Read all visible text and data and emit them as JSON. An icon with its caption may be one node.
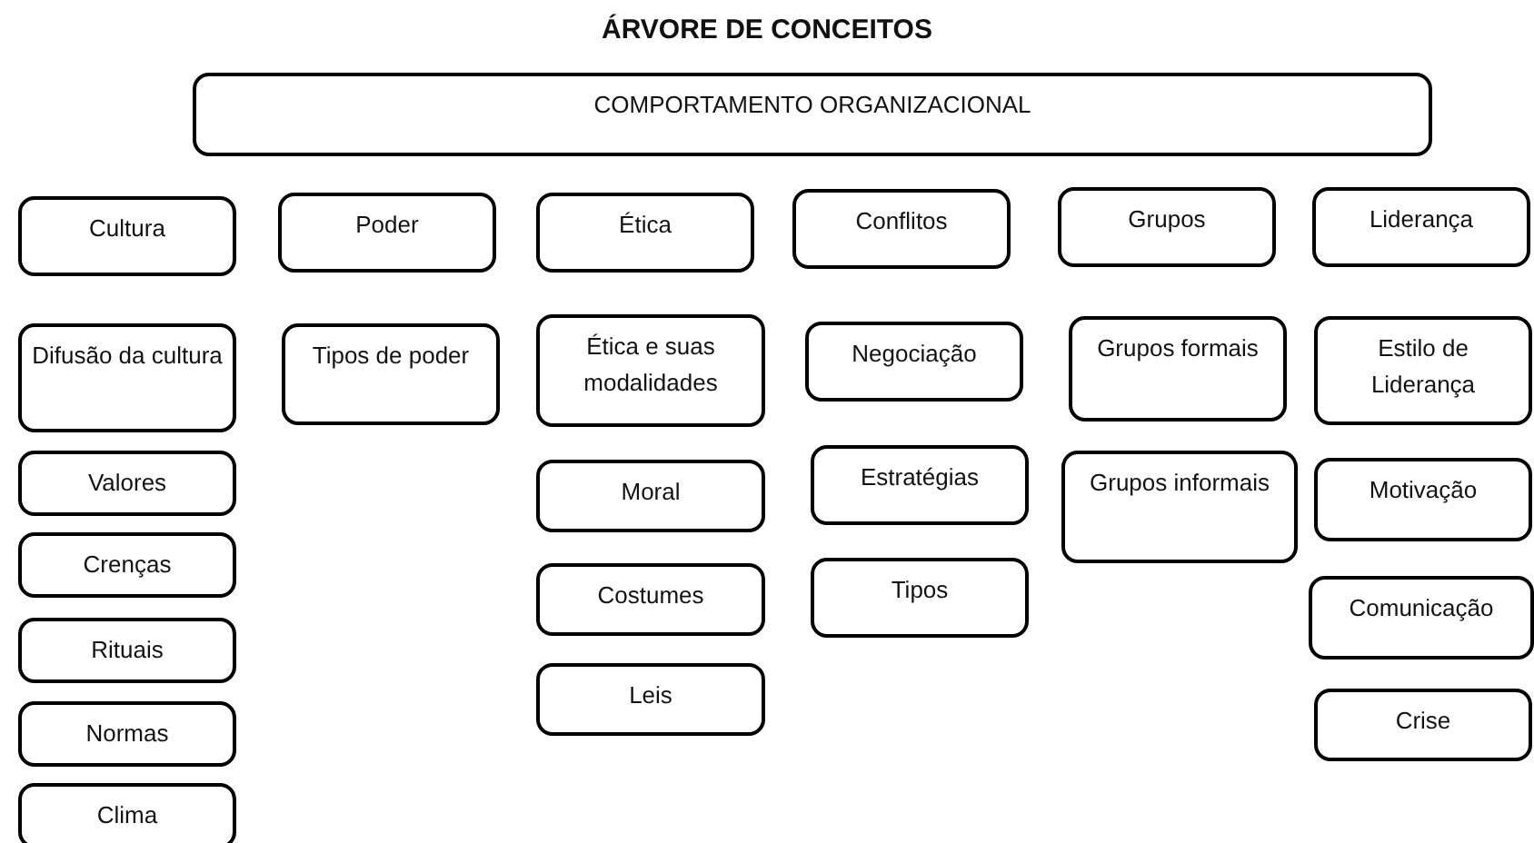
{
  "diagram": {
    "title": "ÁRVORE DE CONCEITOS",
    "nodes": [
      {
        "text": [
          "COMPORTAMENTO ORGANIZACIONAL"
        ]
      },
      {
        "text": [
          "Cultura"
        ]
      },
      {
        "text": [
          "Poder"
        ]
      },
      {
        "text": [
          "Ética"
        ]
      },
      {
        "text": [
          "Conflitos"
        ]
      },
      {
        "text": [
          "Grupos"
        ]
      },
      {
        "text": [
          "Liderança"
        ]
      },
      {
        "text": [
          "Difusão da cultura"
        ]
      },
      {
        "text": [
          "Valores"
        ]
      },
      {
        "text": [
          "Crenças"
        ]
      },
      {
        "text": [
          "Rituais"
        ]
      },
      {
        "text": [
          "Normas"
        ]
      },
      {
        "text": [
          "Clima"
        ]
      },
      {
        "text": [
          "Tipos de poder"
        ]
      },
      {
        "text": [
          "Ética e suas modalidades"
        ]
      },
      {
        "text": [
          "Moral"
        ]
      },
      {
        "text": [
          "Costumes"
        ]
      },
      {
        "text": [
          "Leis"
        ]
      },
      {
        "text": [
          "Negociação"
        ]
      },
      {
        "text": [
          "Estratégias"
        ]
      },
      {
        "text": [
          "Tipos"
        ]
      },
      {
        "text": [
          "Grupos formais"
        ]
      },
      {
        "text": [
          "Grupos informais"
        ]
      },
      {
        "text": [
          "Estilo de Liderança"
        ]
      },
      {
        "text": [
          "Motivação"
        ]
      },
      {
        "text": [
          "Comunicação"
        ]
      },
      {
        "text": [
          "Crise"
        ]
      }
    ]
  }
}
